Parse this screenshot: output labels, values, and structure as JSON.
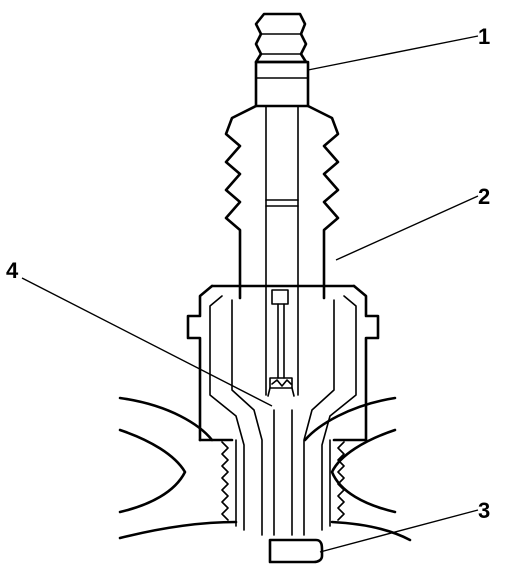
{
  "figure": {
    "callouts": [
      {
        "id": "1",
        "label": "1"
      },
      {
        "id": "2",
        "label": "2"
      },
      {
        "id": "3",
        "label": "3"
      },
      {
        "id": "4",
        "label": "4"
      }
    ],
    "colors": {
      "line": "#000000",
      "background": "#ffffff"
    }
  }
}
